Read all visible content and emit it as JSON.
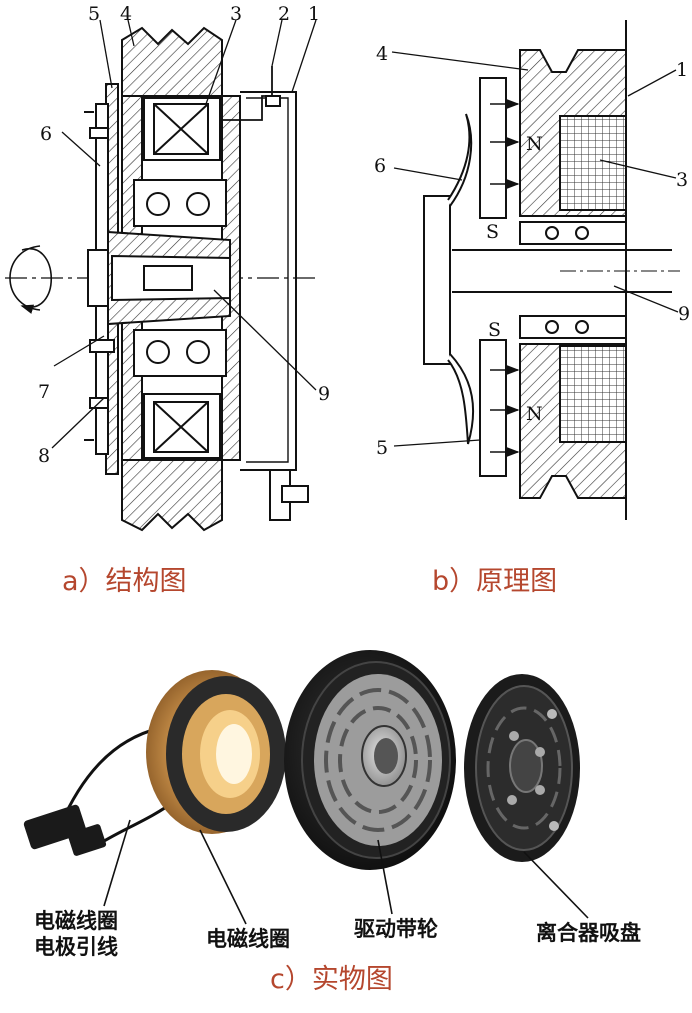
{
  "figure_a": {
    "caption": "a）结构图",
    "part_numbers": [
      "5",
      "4",
      "3",
      "2",
      "1",
      "6",
      "7",
      "8",
      "9"
    ]
  },
  "figure_b": {
    "caption": "b）原理图",
    "part_numbers": [
      "4",
      "1",
      "6",
      "3",
      "9",
      "5"
    ],
    "poles": [
      "N",
      "S",
      "S",
      "N"
    ]
  },
  "figure_c": {
    "caption": "c）实物图",
    "labels": {
      "coil_lead_line1": "电磁线圈",
      "coil_lead_line2": "电极引线",
      "coil": "电磁线圈",
      "pulley": "驱动带轮",
      "clutch_plate": "离合器吸盘"
    }
  },
  "colors": {
    "caption": "#b5472e",
    "coil_copper": "#b8843e",
    "pulley_dark": "#1c1c1c"
  }
}
